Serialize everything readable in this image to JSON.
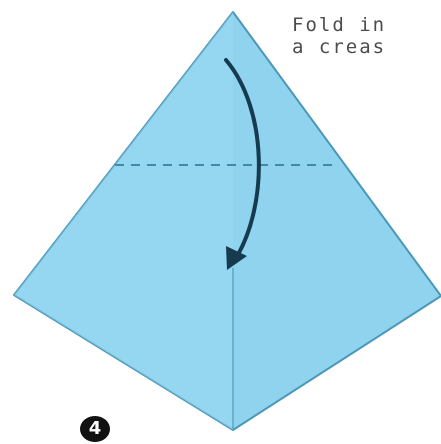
{
  "diagram": {
    "step_number": "4",
    "instruction_lines": [
      "Fold in",
      "a creas"
    ],
    "header_fragment": "",
    "colors": {
      "paper_fill": "#8fd3ef",
      "paper_edge": "#4a97b8",
      "crease_line": "#3f8aa8",
      "arrow": "#163a4e",
      "text": "#4c4c4c"
    },
    "icons": {
      "fold_arrow": "curved-down-arrow-icon",
      "step_badge": "numbered-circle-icon"
    }
  }
}
